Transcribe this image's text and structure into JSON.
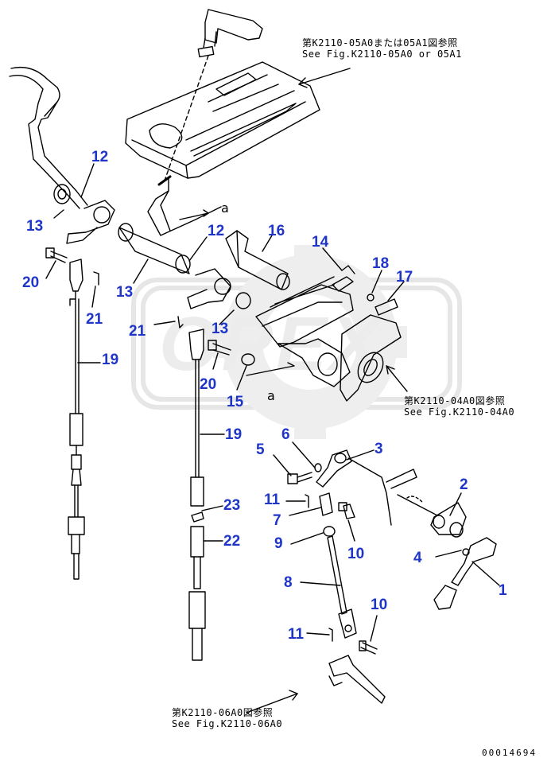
{
  "watermark": "OPEX",
  "diagram_code": "00014694",
  "references": [
    {
      "jp": "第K2110-05A0または05A1図参照",
      "en": "See Fig.K2110-05A0 or 05A1"
    },
    {
      "jp": "第K2110-04A0図参照",
      "en": "See Fig.K2110-04A0"
    },
    {
      "jp": "第K2110-06A0図参照",
      "en": "See Fig.K2110-06A0"
    }
  ],
  "annotations": [
    "a",
    "a"
  ],
  "callouts": [
    "12",
    "13",
    "12",
    "13",
    "16",
    "14",
    "18",
    "17",
    "20",
    "21",
    "21",
    "13",
    "19",
    "20",
    "15",
    "19",
    "6",
    "5",
    "3",
    "2",
    "11",
    "7",
    "23",
    "22",
    "9",
    "10",
    "4",
    "1",
    "8",
    "10",
    "11"
  ],
  "colors": {
    "callout": "#1f35c8",
    "line": "#000000",
    "watermark": "#ececec"
  }
}
